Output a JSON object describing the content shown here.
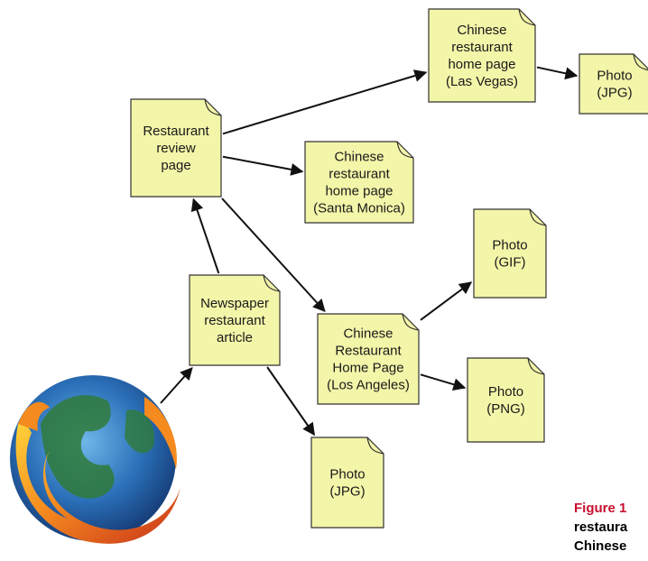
{
  "diagram": {
    "colors": {
      "note_fill": "#f3f5a9",
      "note_stroke": "#333333",
      "arrow": "#111111",
      "caption_accent": "#c8102e"
    },
    "browser_icon": "firefox-logo",
    "nodes": [
      {
        "id": "review",
        "lines": [
          "Restaurant",
          "review",
          "page"
        ]
      },
      {
        "id": "lasvegas",
        "lines": [
          "Chinese",
          "restaurant",
          "home page",
          "(Las Vegas)"
        ]
      },
      {
        "id": "photo1",
        "lines": [
          "Photo",
          "(JPG)"
        ]
      },
      {
        "id": "santamonica",
        "lines": [
          "Chinese",
          "restaurant",
          "home page",
          "(Santa Monica)"
        ]
      },
      {
        "id": "photogif",
        "lines": [
          "Photo",
          "(GIF)"
        ]
      },
      {
        "id": "newspaper",
        "lines": [
          "Newspaper",
          "restaurant",
          "article"
        ]
      },
      {
        "id": "losangeles",
        "lines": [
          "Chinese",
          "Restaurant",
          "Home Page",
          "(Los Angeles)"
        ]
      },
      {
        "id": "photopng",
        "lines": [
          "Photo",
          "(PNG)"
        ]
      },
      {
        "id": "photo2",
        "lines": [
          "Photo",
          "(JPG)"
        ]
      }
    ],
    "edges": [
      {
        "from": "browser",
        "to": "newspaper"
      },
      {
        "from": "newspaper",
        "to": "review"
      },
      {
        "from": "newspaper",
        "to": "photo2"
      },
      {
        "from": "review",
        "to": "lasvegas"
      },
      {
        "from": "review",
        "to": "santamonica"
      },
      {
        "from": "review",
        "to": "losangeles"
      },
      {
        "from": "lasvegas",
        "to": "photo1"
      },
      {
        "from": "losangeles",
        "to": "photogif"
      },
      {
        "from": "losangeles",
        "to": "photopng"
      }
    ],
    "caption": {
      "figure_label": "Figure 1",
      "line2": "restaura",
      "line3": "Chinese"
    }
  }
}
